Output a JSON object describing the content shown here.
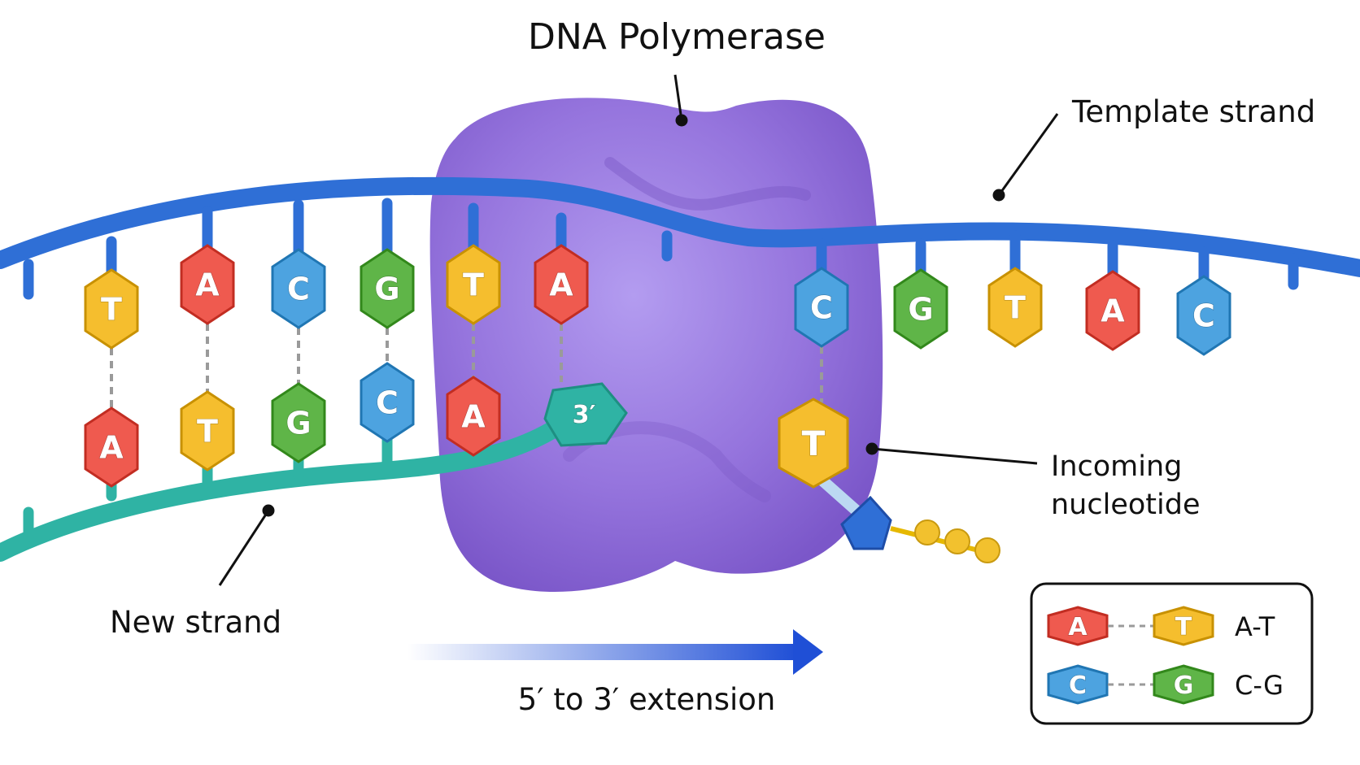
{
  "labels": {
    "title": "DNA Polymerase",
    "template_strand": "Template strand",
    "new_strand": "New strand",
    "incoming_line1": "Incoming",
    "incoming_line2": "nucleotide",
    "direction": "5′ to 3′ extension",
    "three_prime": "3′"
  },
  "template_bases": [
    "T",
    "A",
    "C",
    "G",
    "T",
    "A",
    "C",
    "G",
    "T",
    "A",
    "C"
  ],
  "new_strand_bases": [
    "A",
    "T",
    "G",
    "C",
    "A"
  ],
  "incoming_base": "T",
  "legend": {
    "pairs": [
      {
        "left": "A",
        "right": "T",
        "label": "A-T"
      },
      {
        "left": "C",
        "right": "G",
        "label": "C-G"
      }
    ]
  },
  "colors": {
    "A": "#ef5a4f",
    "T": "#f5be2e",
    "C": "#4da3e0",
    "G": "#5fb548",
    "template_backbone": "#2f6fd6",
    "new_backbone": "#2fb3a4",
    "polymerase": "#9b7ae0",
    "arrow": "#1f4fd6"
  }
}
